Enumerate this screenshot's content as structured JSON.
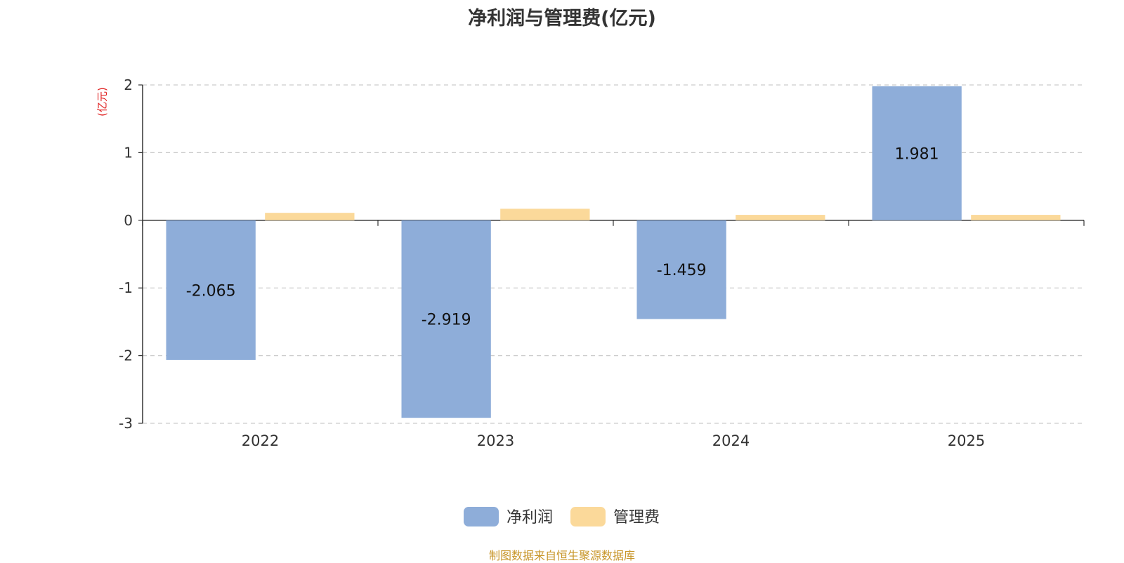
{
  "chart_data": {
    "type": "bar",
    "title": "净利润与管理费(亿元)",
    "ylabel": "(亿元)",
    "xlabel": "",
    "categories": [
      "2022",
      "2023",
      "2024",
      "2025"
    ],
    "ylim": [
      -3,
      2
    ],
    "yticks": [
      2,
      1,
      0,
      -1,
      -2,
      -3
    ],
    "grid": true,
    "legend_position": "bottom-center",
    "series": [
      {
        "name": "净利润",
        "values": [
          -2.065,
          -2.919,
          -1.459,
          1.981
        ],
        "color": "#8eadd9",
        "labels": [
          "-2.065",
          "-2.919",
          "-1.459",
          "1.981"
        ]
      },
      {
        "name": "管理费",
        "values": [
          0.11,
          0.17,
          0.08,
          0.08
        ],
        "color": "#fbd99a"
      }
    ]
  },
  "source": "制图数据来自恒生聚源数据库"
}
